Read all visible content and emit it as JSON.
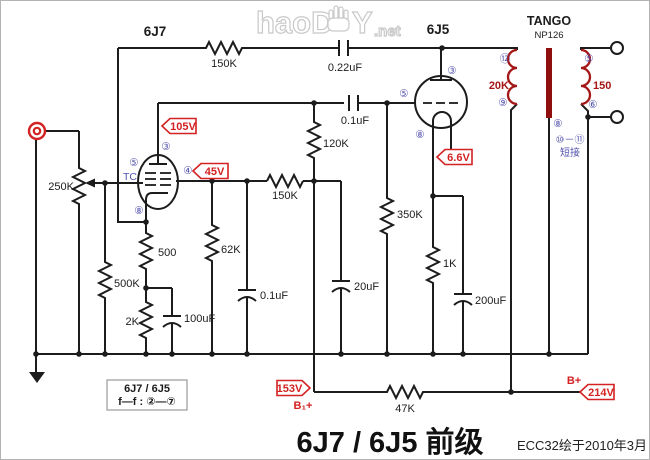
{
  "watermark": {
    "part1": "haoD",
    "part2": "Y",
    "suffix": ".net"
  },
  "title": "6J7 / 6J5 前级",
  "credit": "ECC32绘于2010年3月",
  "colors": {
    "wire": "#1c1c1c",
    "accent_red": "#d42222",
    "winding_red": "#a51616",
    "core_red": "#8f0f0f",
    "pin_blue": "#5353ae",
    "box_border": "#9a9a9a",
    "frame_border": "#b3b3b3"
  },
  "tubes": {
    "v1": {
      "name": "6J7",
      "pin_plate": "③",
      "pin_suppressor": "⑤",
      "pin_screen": "④",
      "pin_grid": "TC",
      "pin_cathode": "⑧"
    },
    "v2": {
      "name": "6J5",
      "pin_plate": "③",
      "pin_grid": "⑤",
      "pin_cathode": "⑧"
    }
  },
  "transformer": {
    "brand": "TANGO",
    "model": "NP126",
    "primary_label": "20K",
    "secondary_label": "150",
    "pin_primary_top": "⑫",
    "pin_primary_bottom": "⑨",
    "pin_core": "⑧",
    "pin_secondary_top": "⑤",
    "pin_secondary_bottom": "⑥",
    "note_line1": "⑩－⑪",
    "note_line2": "短接"
  },
  "components": {
    "r_feedback": "150K",
    "c_feedback": "0.22uF",
    "pot_input": "250K",
    "r_grid1": "500K",
    "r_cathode1_upper": "500",
    "r_cathode1_lower": "2K",
    "c_cathode1": "100uF",
    "r_screen_shunt": "62K",
    "c_screen": "0.1uF",
    "r_screen_series": "150K",
    "r_plate1": "120K",
    "c_supply": "20uF",
    "c_coupling": "0.1uF",
    "r_grid2": "350K",
    "r_cathode2": "1K",
    "c_cathode2": "200uF",
    "r_supply_drop": "47K"
  },
  "voltages": {
    "plate1": "105V",
    "screen1": "45V",
    "cathode2": "6.6V",
    "b1_value": "153V",
    "b1_name": "B₁+",
    "bplus_value": "214V",
    "bplus_name": "B+"
  },
  "legend": {
    "line1": "6J7 / 6J5",
    "line2": "f—f : ②—⑦"
  }
}
